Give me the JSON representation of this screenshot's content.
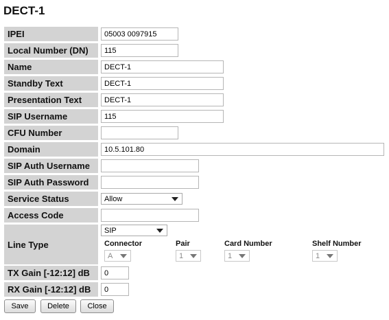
{
  "page": {
    "title": "DECT-1"
  },
  "fields": {
    "ipei": {
      "label": "IPEI",
      "value": "05003 0097915"
    },
    "local_number": {
      "label": "Local Number (DN)",
      "value": "115"
    },
    "name": {
      "label": "Name",
      "value": "DECT-1"
    },
    "standby_text": {
      "label": "Standby Text",
      "value": "DECT-1"
    },
    "presentation_text": {
      "label": "Presentation Text",
      "value": "DECT-1"
    },
    "sip_username": {
      "label": "SIP Username",
      "value": "115"
    },
    "cfu_number": {
      "label": "CFU Number",
      "value": ""
    },
    "domain": {
      "label": "Domain",
      "value": "10.5.101.80"
    },
    "sip_auth_username": {
      "label": "SIP Auth Username",
      "value": ""
    },
    "sip_auth_password": {
      "label": "SIP Auth Password",
      "value": ""
    },
    "service_status": {
      "label": "Service Status",
      "value": "Allow"
    },
    "access_code": {
      "label": "Access Code",
      "value": ""
    },
    "line_type": {
      "label": "Line Type",
      "value": "SIP",
      "connector": {
        "label": "Connector",
        "value": "A"
      },
      "pair": {
        "label": "Pair",
        "value": "1"
      },
      "card_number": {
        "label": "Card Number",
        "value": "1"
      },
      "shelf_number": {
        "label": "Shelf Number",
        "value": "1"
      }
    },
    "tx_gain": {
      "label": "TX Gain [-12:12] dB",
      "value": "0"
    },
    "rx_gain": {
      "label": "RX Gain [-12:12] dB",
      "value": "0"
    }
  },
  "buttons": {
    "save": "Save",
    "delete": "Delete",
    "close": "Close"
  }
}
